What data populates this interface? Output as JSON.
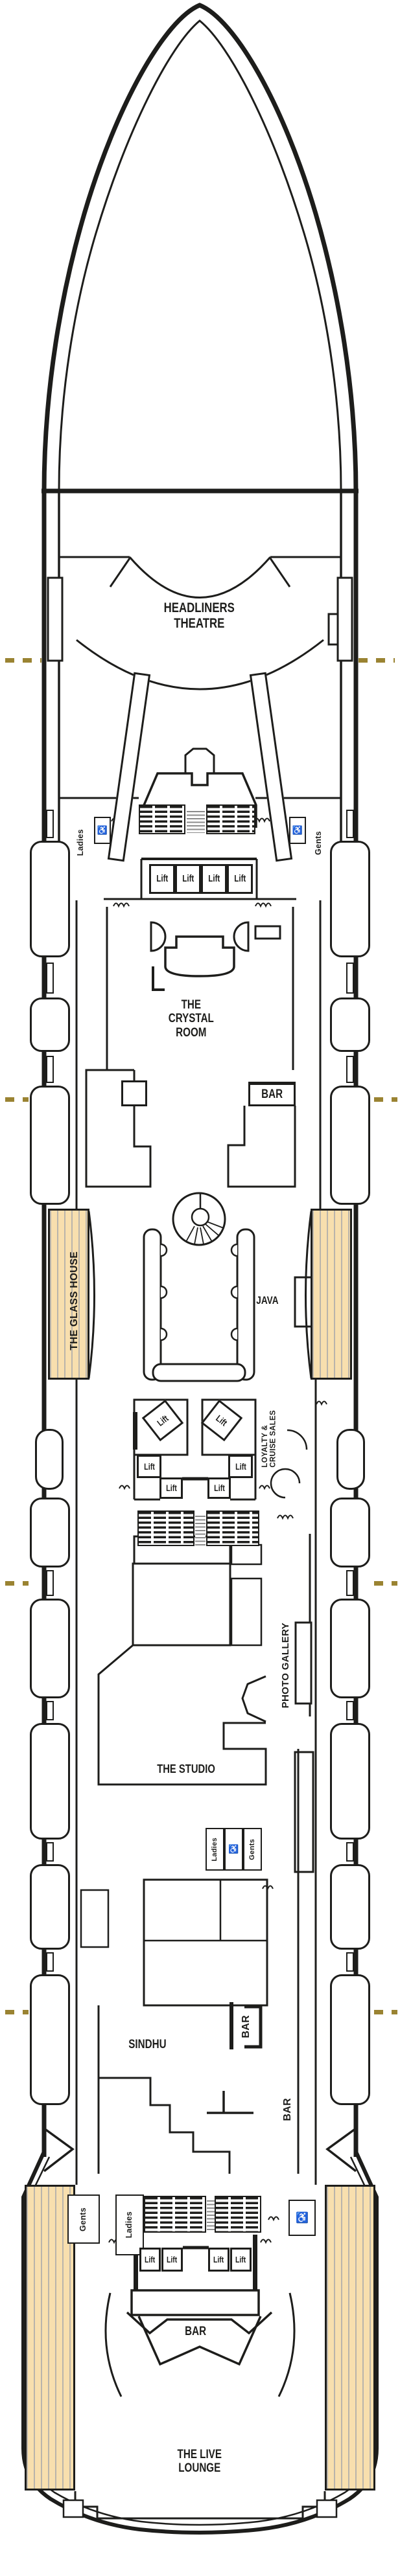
{
  "palette": {
    "line": "#1d1d1b",
    "deck_fill": "#f8dfae",
    "deck_stripe": "#b9b4ab",
    "fire_zone_dash_gold": "#9a8332",
    "background": "#ffffff"
  },
  "venues": {
    "headliners_theatre": "HEADLINERS\nTHEATRE",
    "crystal_room": "THE\nCRYSTAL\nROOM",
    "glass_house": "THE GLASS HOUSE",
    "java": "JAVA",
    "loyalty_cruise_sales": "LOYALTY &\nCRUISE SALES",
    "photo_gallery": "PHOTO GALLERY",
    "studio": "THE STUDIO",
    "sindhu": "SINDHU",
    "live_lounge": "THE LIVE\nLOUNGE"
  },
  "labels": {
    "lift": "Lift",
    "bar": "BAR",
    "ladies": "Ladies",
    "gents": "Gents",
    "accessible_icon": "♿"
  }
}
